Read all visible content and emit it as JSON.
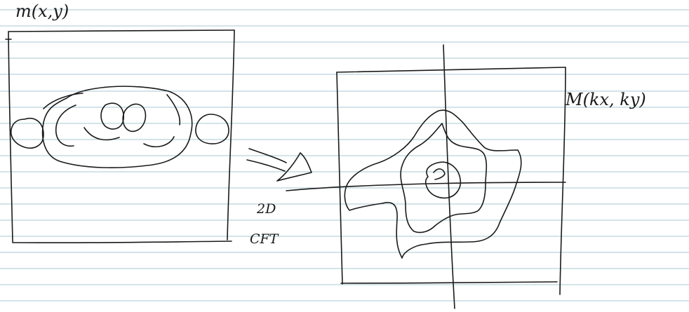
{
  "labels": {
    "spatial_image": "m(x,y)",
    "frequency_image": "M(kx, ky)",
    "transform_line1": "2D",
    "transform_line2": "CFT"
  },
  "colors": {
    "paper": "#ffffff",
    "ruled_lines": "#a9c7d6",
    "ink": "#1a1a1a"
  }
}
